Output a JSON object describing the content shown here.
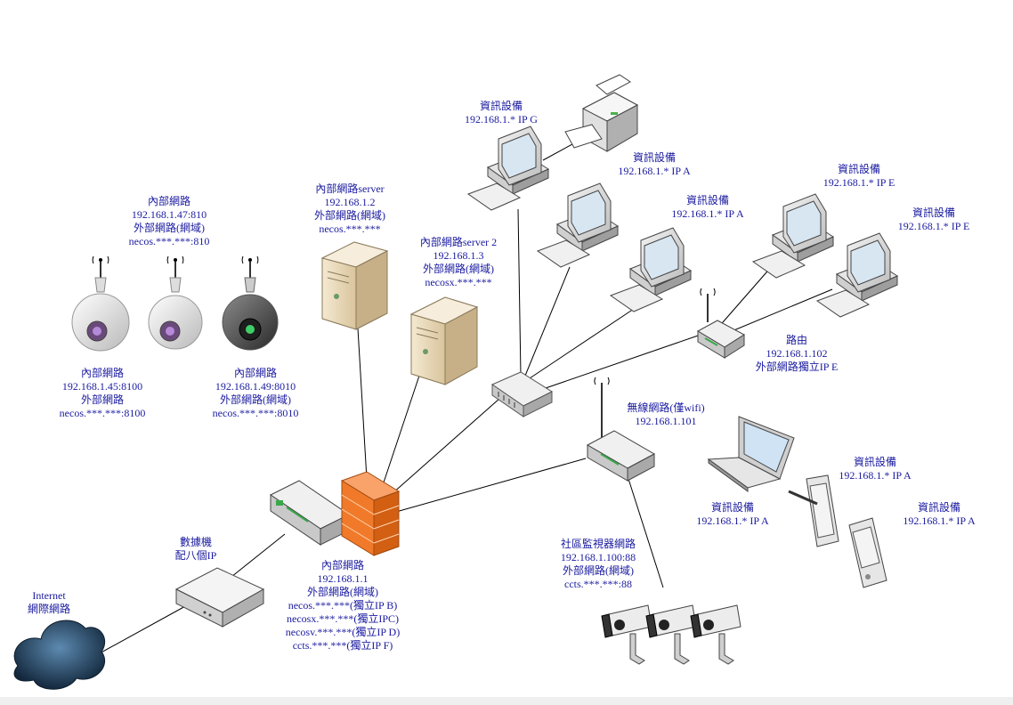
{
  "labels": {
    "cam1_top": [
      "內部網路",
      "192.168.1.47:810",
      "外部網路(網域)",
      "necos.***.***:810"
    ],
    "cam_left_bottom": [
      "內部網路",
      "192.168.1.45:8100",
      "外部網路",
      "necos.***.***:8100"
    ],
    "cam_right_bottom": [
      "內部網路",
      "192.168.1.49:8010",
      "外部網路(網域)",
      "necos.***.***:8010"
    ],
    "server1": [
      "內部網路server",
      "192.168.1.2",
      "外部網路(網域)",
      "necos.***.***"
    ],
    "server2": [
      "內部網路server 2",
      "192.168.1.3",
      "外部網路(網域)",
      "necosx.***.***"
    ],
    "pc_printer": [
      "資訊設備",
      "192.168.1.* IP G"
    ],
    "pc2": [
      "資訊設備",
      "192.168.1.* IP A"
    ],
    "pc3": [
      "資訊設備",
      "192.168.1.* IP A"
    ],
    "pc4": [
      "資訊設備",
      "192.168.1.* IP E"
    ],
    "pc5": [
      "資訊設備",
      "192.168.1.* IP E"
    ],
    "router2": [
      "路由",
      "192.168.1.102",
      "外部網路獨立IP E"
    ],
    "wifi": [
      "無線網路(僅wifi)",
      "192.168.1.101"
    ],
    "laptop": [
      "資訊設備",
      "192.168.1.* IP A"
    ],
    "tablet": [
      "資訊設備",
      "192.168.1.* IP A"
    ],
    "phone": [
      "資訊設備",
      "192.168.1.* IP A"
    ],
    "cctv": [
      "社區監視器網路",
      "192.168.1.100:88",
      "外部網路(網域)",
      "ccts.***.***:88"
    ],
    "main_router": [
      "內部網路",
      "192.168.1.1",
      "外部網路(網域)",
      "necos.***.***(獨立IP B)",
      "necosx.***.***(獨立IPC)",
      "necosv.***.***(獨立IP D)",
      "ccts.***.***(獨立IP F)"
    ],
    "modem": [
      "數據機",
      "配八個IP"
    ],
    "internet": [
      "Internet",
      "網際網路"
    ]
  },
  "colors": {
    "label_text": "#1a1aa0",
    "firewall": "#f07a2a",
    "cloud": "#1d3b5a",
    "background": "#ffffff"
  }
}
